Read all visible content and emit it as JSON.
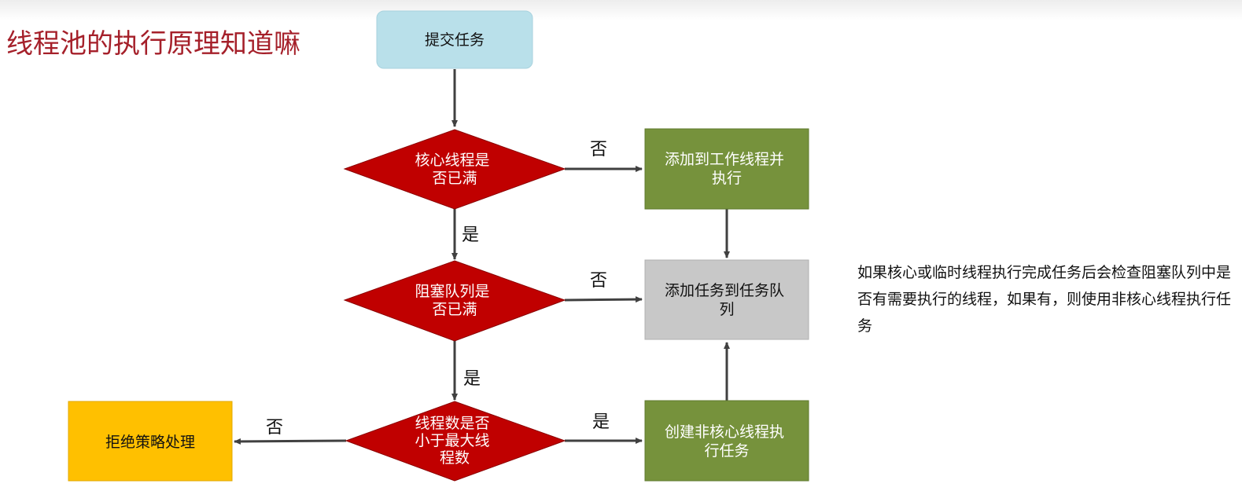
{
  "title": "线程池的执行原理知道嘛",
  "colors": {
    "title": "#a5202a",
    "start_fill": "#b9e0ea",
    "diamond_fill": "#c00000",
    "green_fill": "#76923c",
    "gray_fill": "#c8c8c8",
    "yellow_fill": "#ffc000",
    "arrow": "#404040"
  },
  "nodes": {
    "submit_task": "提交任务",
    "decision_core": [
      "核心线程是",
      "否已满"
    ],
    "decision_queue": [
      "阻塞队列是",
      "否已满"
    ],
    "decision_max": [
      "线程数是否",
      "小于最大线",
      "程数"
    ],
    "add_worker": [
      "添加到工作线程并",
      "执行"
    ],
    "add_to_queue": [
      "添加任务到任务队",
      "列"
    ],
    "create_noncore": [
      "创建非核心线程执",
      "行任务"
    ],
    "reject": "拒绝策略处理"
  },
  "edge_labels": {
    "core_no": "否",
    "core_yes": "是",
    "queue_no": "否",
    "queue_yes": "是",
    "max_yes": "是",
    "max_no": "否"
  },
  "note": "如果核心或临时线程执行完成任务后会检查阻塞队列中是否有需要执行的线程，如果有，则使用非核心线程执行任务"
}
